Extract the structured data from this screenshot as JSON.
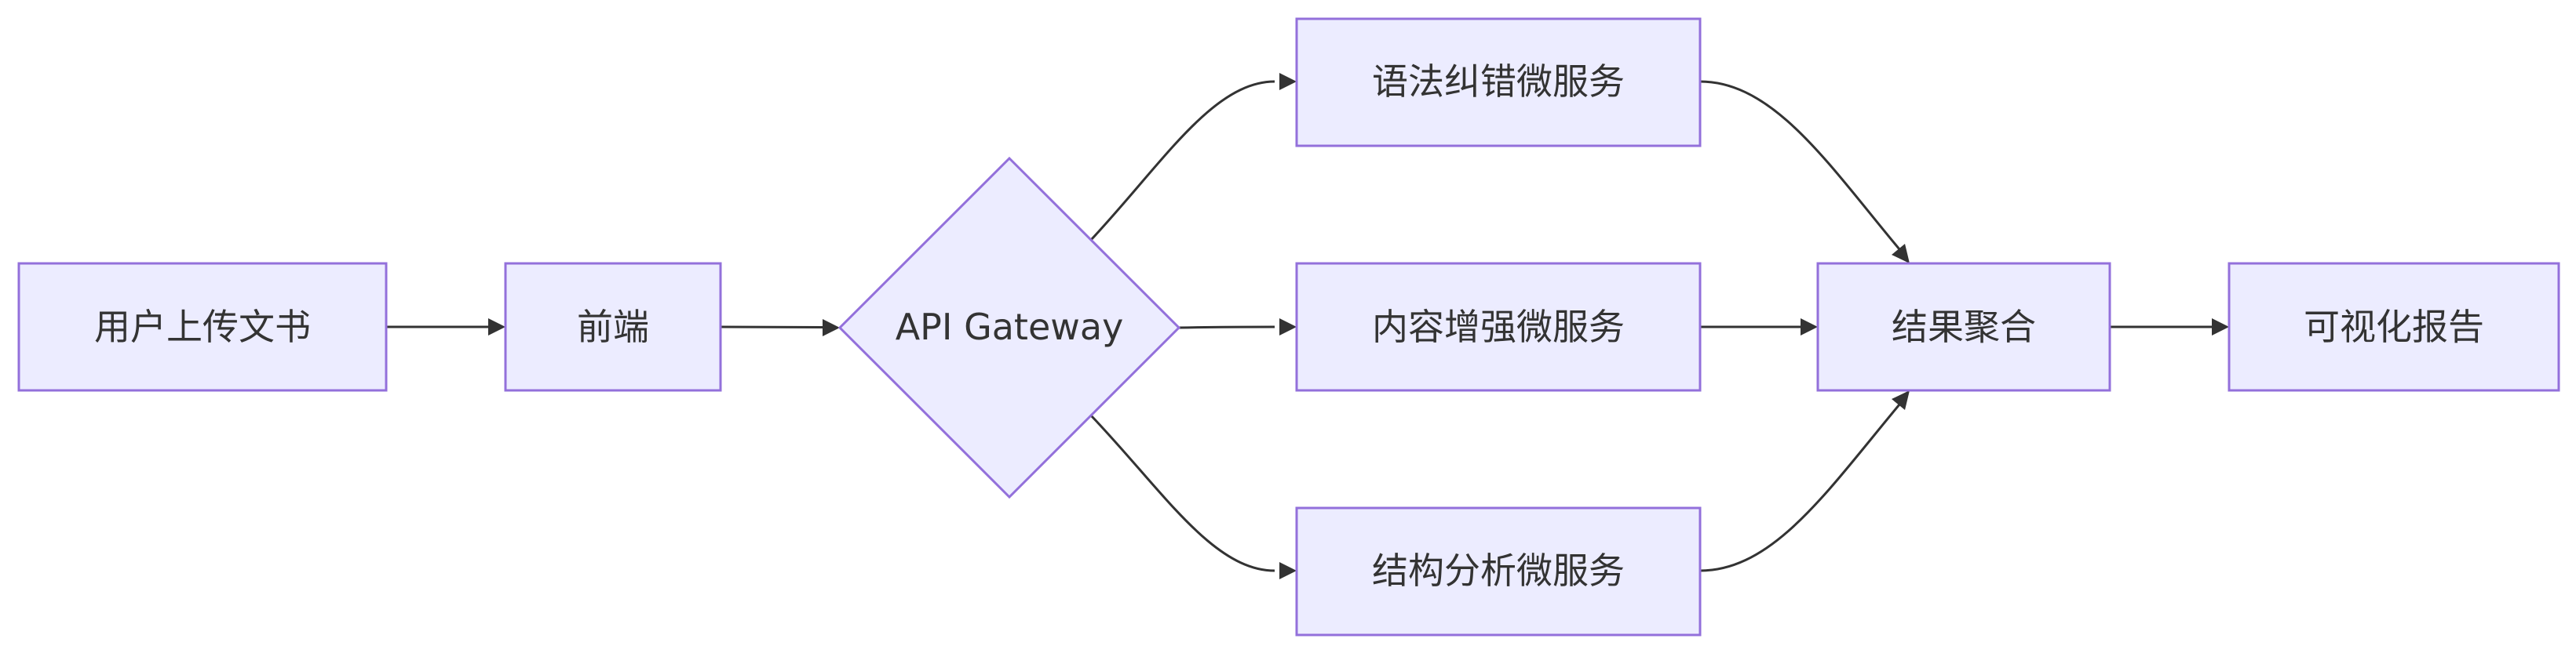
{
  "diagram": {
    "type": "flowchart",
    "direction": "LR",
    "colors": {
      "node_fill": "#ececff",
      "node_stroke": "#9370db",
      "edge": "#333333",
      "text": "#333333"
    },
    "nodes": {
      "upload": {
        "label": "用户上传文书",
        "shape": "rectangle"
      },
      "frontend": {
        "label": "前端",
        "shape": "rectangle"
      },
      "gateway": {
        "label": "API Gateway",
        "shape": "diamond"
      },
      "grammar": {
        "label": "语法纠错微服务",
        "shape": "rectangle"
      },
      "content": {
        "label": "内容增强微服务",
        "shape": "rectangle"
      },
      "structure": {
        "label": "结构分析微服务",
        "shape": "rectangle"
      },
      "aggregate": {
        "label": "结果聚合",
        "shape": "rectangle"
      },
      "report": {
        "label": "可视化报告",
        "shape": "rectangle"
      }
    },
    "edges": [
      {
        "from": "upload",
        "to": "frontend"
      },
      {
        "from": "frontend",
        "to": "gateway"
      },
      {
        "from": "gateway",
        "to": "grammar"
      },
      {
        "from": "gateway",
        "to": "content"
      },
      {
        "from": "gateway",
        "to": "structure"
      },
      {
        "from": "grammar",
        "to": "aggregate"
      },
      {
        "from": "content",
        "to": "aggregate"
      },
      {
        "from": "structure",
        "to": "aggregate"
      },
      {
        "from": "aggregate",
        "to": "report"
      }
    ]
  }
}
